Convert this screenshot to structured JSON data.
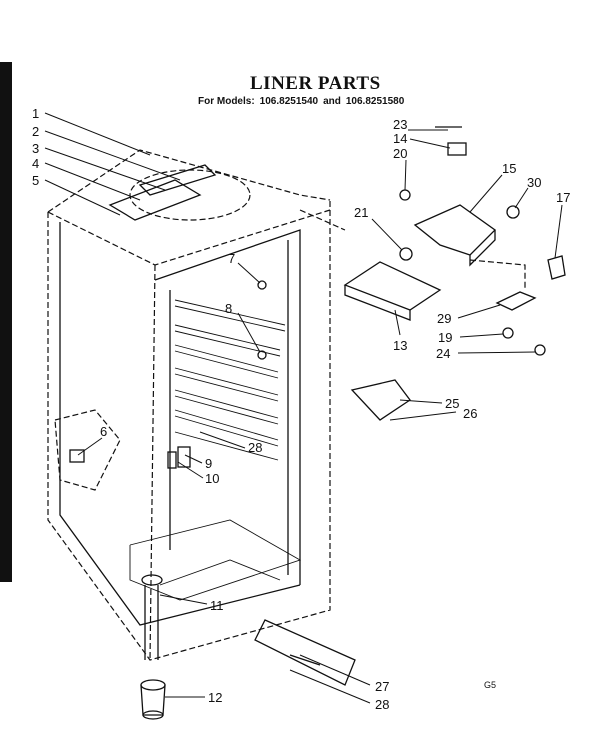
{
  "page": {
    "title": "LINER PARTS",
    "subtitle_prefix": "For Models:",
    "model_a": "106.8251540",
    "joiner": "and",
    "model_b": "106.8251580",
    "corner_mark": "G5"
  },
  "callouts": {
    "c1": "1",
    "c2": "2",
    "c3": "3",
    "c4": "4",
    "c5": "5",
    "c6": "6",
    "c7": "7",
    "c8": "8",
    "c9": "9",
    "c10": "10",
    "c11": "11",
    "c12": "12",
    "c13": "13",
    "c14": "14",
    "c15": "15",
    "c17": "17",
    "c19": "19",
    "c20": "20",
    "c21": "21",
    "c23": "23",
    "c24": "24",
    "c25": "25",
    "c26": "26",
    "c27": "27",
    "c28a": "28",
    "c28b": "28",
    "c29": "29",
    "c30": "30"
  }
}
